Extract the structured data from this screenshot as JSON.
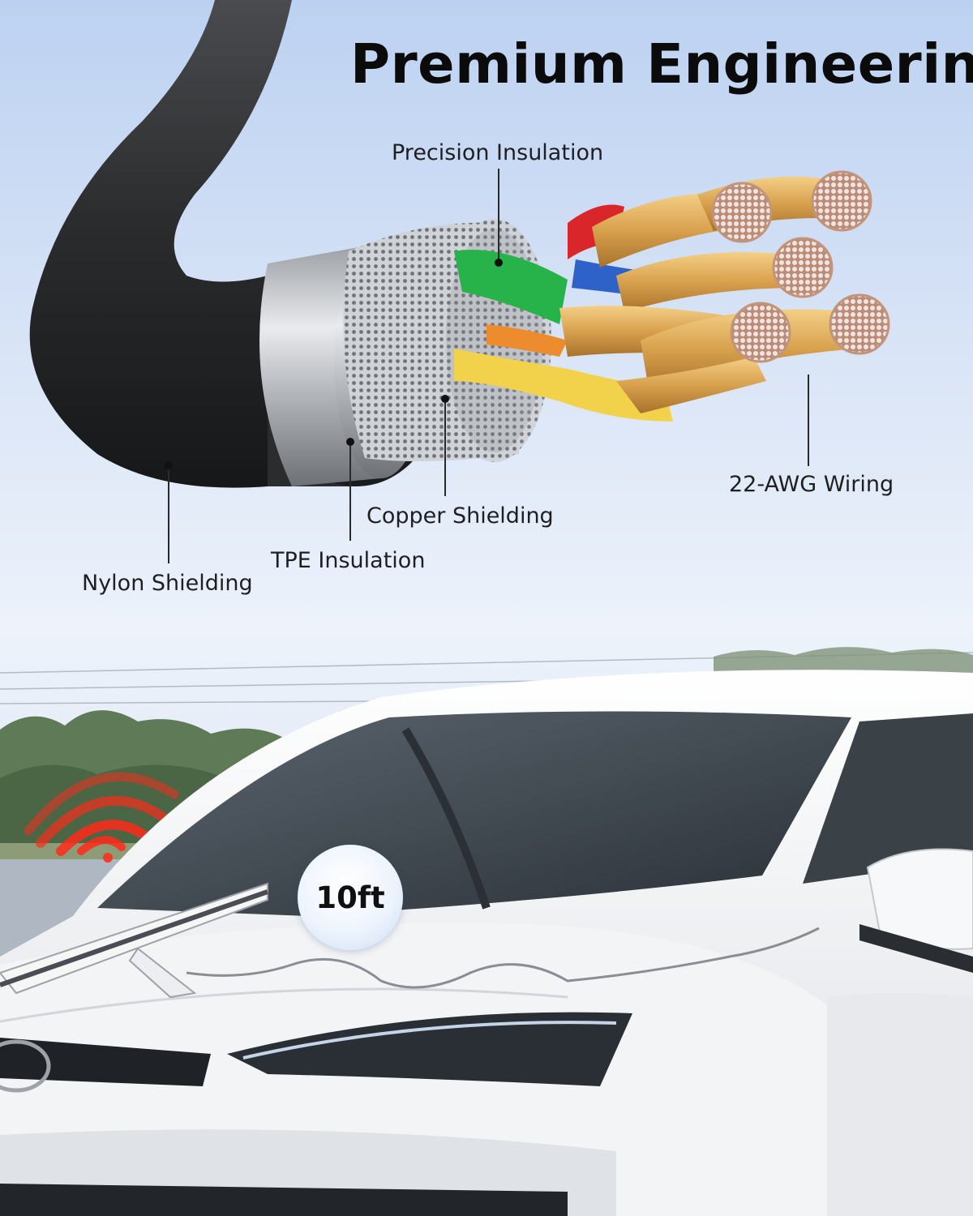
{
  "title": "Premium Engineering",
  "labels": {
    "precision_insulation": "Precision Insulation",
    "awg_wiring": "22-AWG Wiring",
    "copper_shielding": "Copper Shielding",
    "tpe_insulation": "TPE Insulation",
    "nylon_shielding": "Nylon Shielding"
  },
  "length_badge": "10ft",
  "colors": {
    "sky_top": "#bcd1f1",
    "sky_bottom": "#eef3fb",
    "cable_black": "#2b2c2e",
    "copper": "#d8a14e",
    "insulation_green": "#27b24a",
    "insulation_yellow": "#f1d24a",
    "insulation_red": "#d9262b",
    "insulation_blue": "#2f62c8",
    "car_white": "#f4f5f7",
    "signal_red": "#ff2a1a"
  },
  "icons": {
    "signal": "wireless-signal-icon"
  }
}
